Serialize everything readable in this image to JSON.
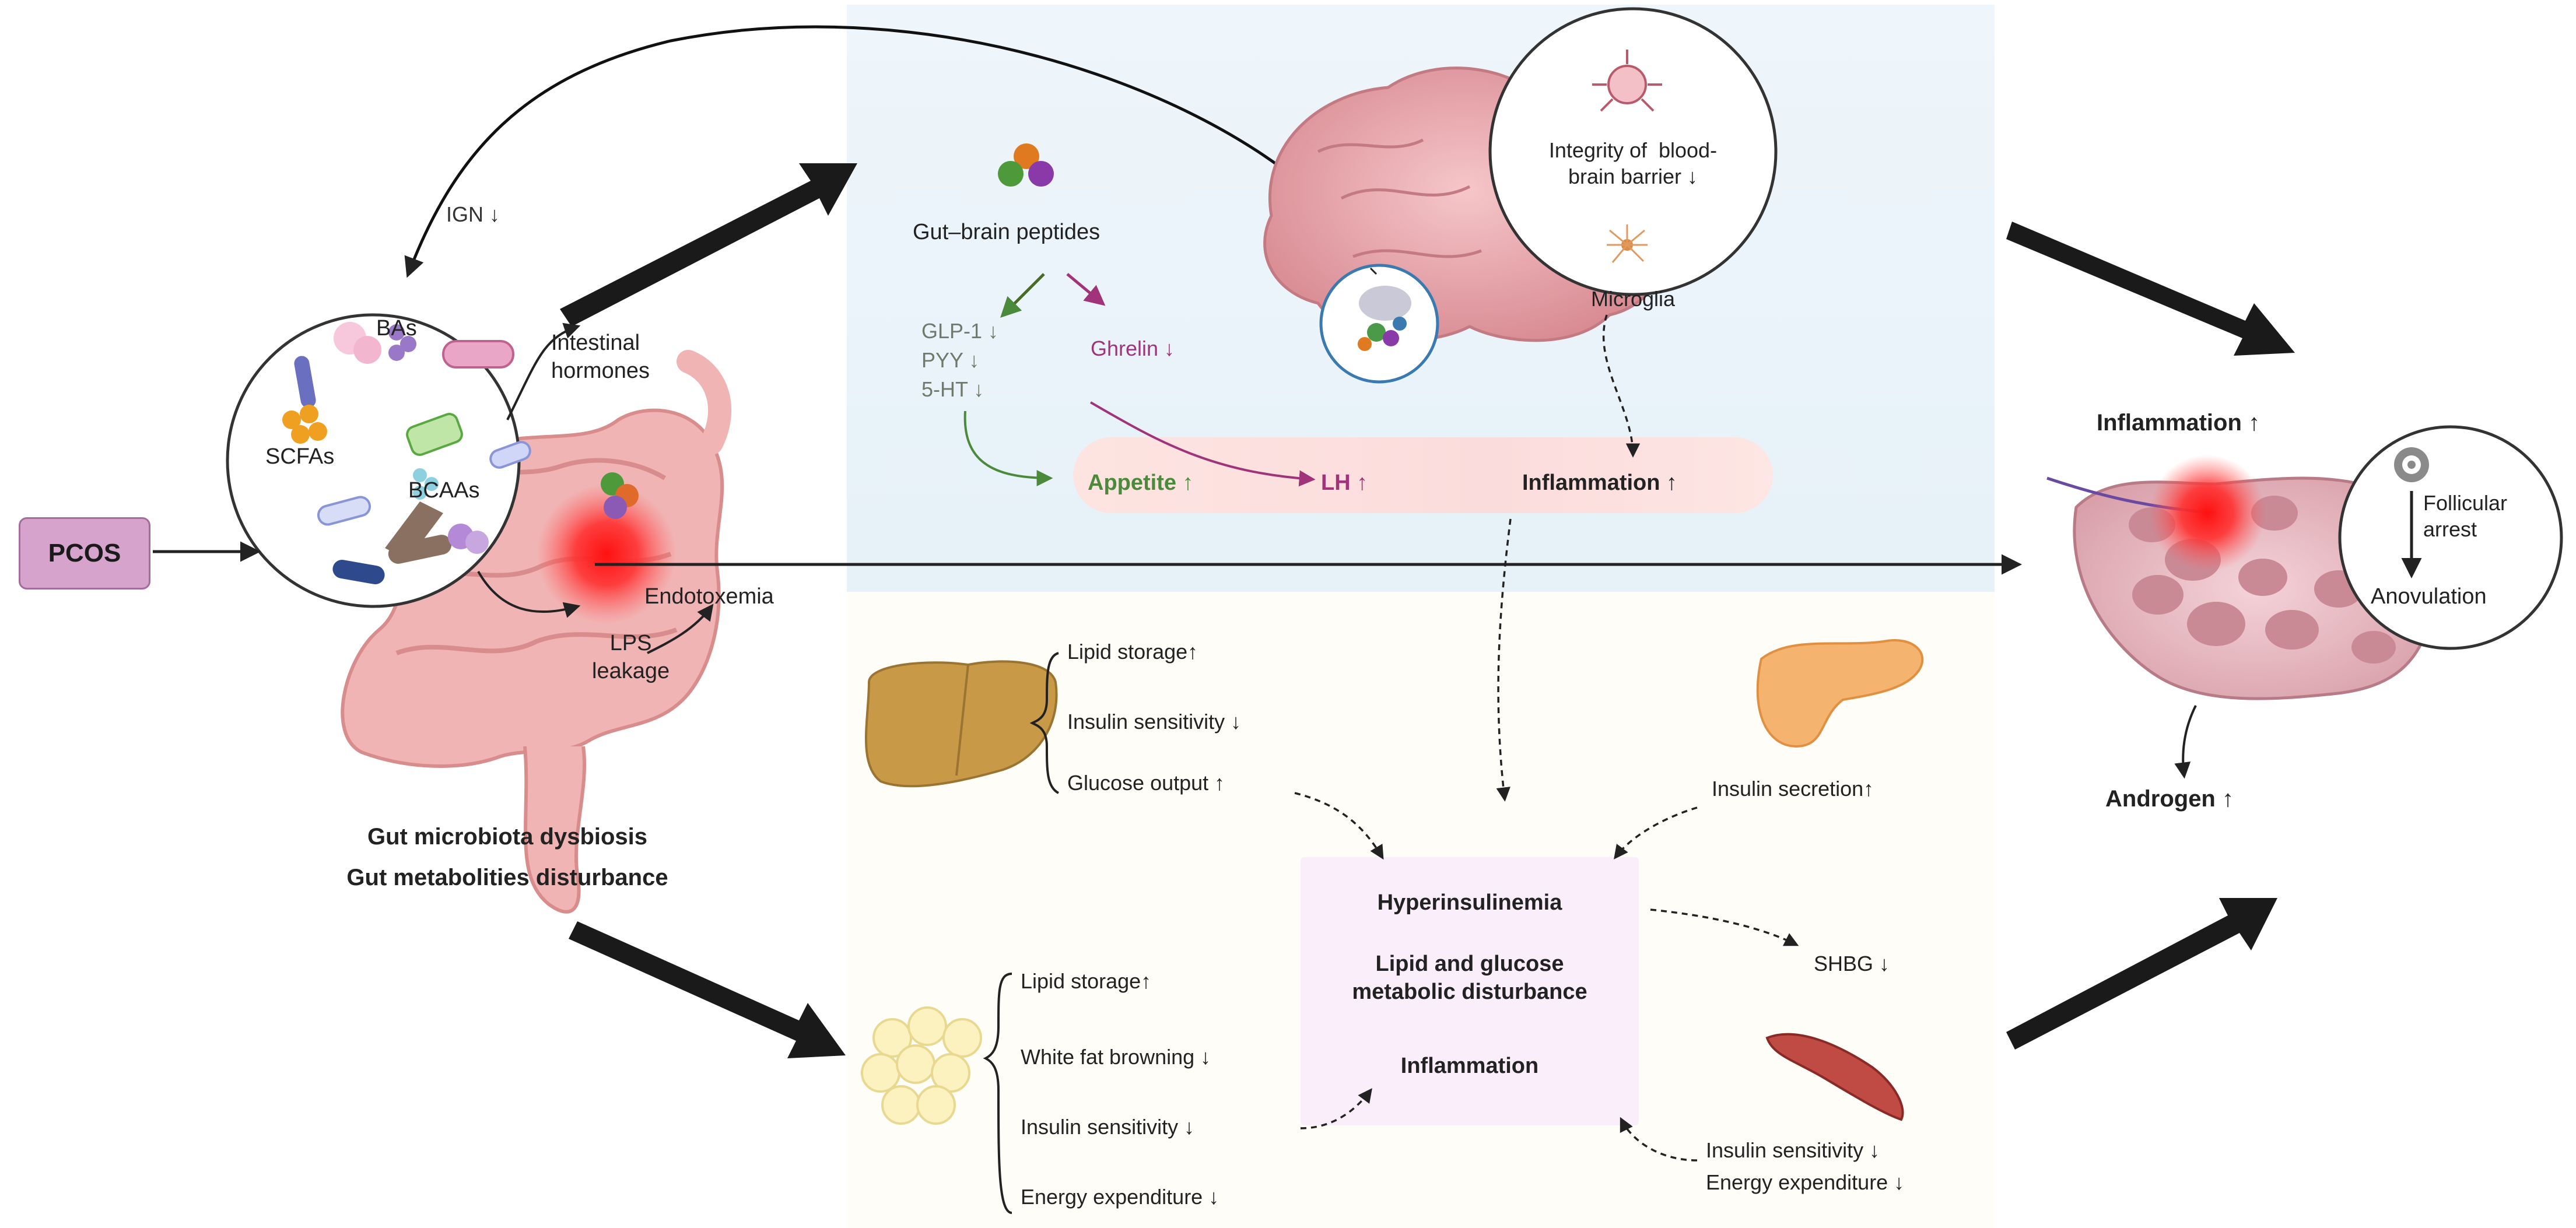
{
  "left": {
    "pcos": "PCOS",
    "ign": "IGN ↓",
    "bas": "BAs",
    "scfas": "SCFAs",
    "bcaas": "BCAAs",
    "intestinal_hormones": "Intestinal\nhormones",
    "endotoxemia": "Endotoxemia",
    "lps": "LPS\nleakage",
    "dysbiosis": "Gut microbiota dysbiosis",
    "metabolites": "Gut metabolities disturbance"
  },
  "top": {
    "gut_brain_peptides": "Gut–brain peptides",
    "glp1": "GLP-1 ↓",
    "pyy": "PYY ↓",
    "ht5": "5-HT ↓",
    "ghrelin": "Ghrelin ↓",
    "bbb": "Integrity of  blood-\nbrain barrier ↓",
    "microglia": "Microglia",
    "appetite": "Appetite ↑",
    "lh": "LH ↑",
    "inflammation": "Inflammation ↑"
  },
  "liver": {
    "lipid_storage": "Lipid storage↑",
    "insulin_sensitivity": "Insulin sensitivity ↓",
    "glucose_output": "Glucose output ↑"
  },
  "pancreas": {
    "insulin_secretion": "Insulin secretion↑"
  },
  "center": {
    "hyperinsulinemia": "Hyperinsulinemia",
    "lipid_glucose": "Lipid and glucose\nmetabolic disturbance",
    "inflammation": "Inflammation",
    "shbg": "SHBG ↓"
  },
  "adipose": {
    "lipid_storage": "Lipid storage↑",
    "white_fat": "White fat browning ↓",
    "insulin_sensitivity": "Insulin sensitivity ↓",
    "energy": "Energy expenditure ↓"
  },
  "muscle": {
    "insulin_sensitivity": "Insulin sensitivity ↓",
    "energy": "Energy expenditure ↓"
  },
  "ovary": {
    "inflammation": "Inflammation ↑",
    "follicular_arrest": "Follicular\narrest",
    "anovulation": "Anovulation",
    "androgen": "Androgen ↑"
  },
  "colors": {
    "appetite_green": "#4a8a3a",
    "ghrelin_purple": "#a0337a",
    "peptide_grey": "#6f7a6a",
    "pcos_fill": "#d6a3cc",
    "inflammation_red": "#ff2a2a"
  }
}
